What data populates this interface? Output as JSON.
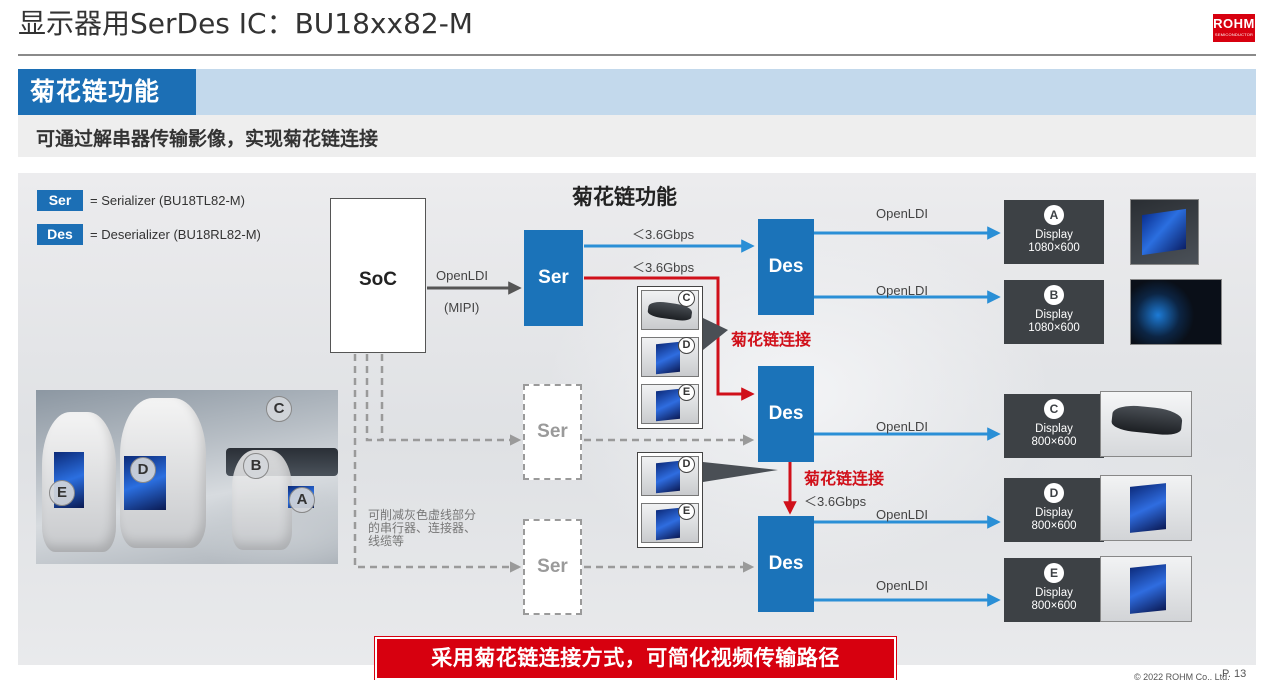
{
  "header": {
    "title": "显示器用SerDes IC：BU18xx82-M",
    "logo_main": "ROHM",
    "logo_sub": "SEMICONDUCTOR"
  },
  "section": {
    "tab_label": "菊花链功能",
    "subtitle": "可通过解串器传输影像，实现菊花链连接"
  },
  "legend": {
    "ser_badge": "Ser",
    "ser_text": "= Serializer (BU18TL82-M)",
    "des_badge": "Des",
    "des_text": "= Deserializer (BU18RL82-M)"
  },
  "diagram": {
    "title": "菊花链功能",
    "soc_label": "SoC",
    "soc_link_label": "OpenLDI",
    "soc_link_sub": "(MIPI)",
    "ser_label": "Ser",
    "ser_dim_1": "Ser",
    "ser_dim_2": "Ser",
    "des_label_1": "Des",
    "des_label_2": "Des",
    "des_label_3": "Des",
    "rate_1": "＜3.6Gbps",
    "rate_2": "＜3.6Gbps",
    "rate_3": "＜3.6Gbps",
    "openldi_1": "OpenLDI",
    "openldi_2": "OpenLDI",
    "openldi_3": "OpenLDI",
    "openldi_4": "OpenLDI",
    "openldi_5": "OpenLDI",
    "daisy_1": "菊花链连接",
    "daisy_2": "菊花链连接",
    "removable_note": [
      "可削减灰色虚线部分",
      "的串行器、连接器、",
      "线缆等"
    ],
    "stack_1_letters": [
      "C",
      "D",
      "E"
    ],
    "stack_2_letters": [
      "D",
      "E"
    ],
    "photo_letters": [
      "C",
      "B",
      "D",
      "E",
      "A"
    ]
  },
  "displays": [
    {
      "letter": "A",
      "label": "Display",
      "resolution": "1080×600"
    },
    {
      "letter": "B",
      "label": "Display",
      "resolution": "1080×600"
    },
    {
      "letter": "C",
      "label": "Display",
      "resolution": "800×600"
    },
    {
      "letter": "D",
      "label": "Display",
      "resolution": "800×600"
    },
    {
      "letter": "E",
      "label": "Display",
      "resolution": "800×600"
    }
  ],
  "banner": "采用菊花链连接方式，可简化视频传输路径",
  "footer": {
    "copyright": "© 2022 ROHM Co., Ltd.",
    "page": "P. 13"
  },
  "colors": {
    "rohm_red": "#d7000f",
    "ser_des_blue": "#1b73b9",
    "section_blue": "#1c6fb5",
    "section_bar": "#c3d9ec",
    "arrow_blue": "#2a8fd6",
    "daisy_red": "#d0101a",
    "panel_dark": "#3d4145",
    "dashed_gray": "#9a9a9a"
  }
}
